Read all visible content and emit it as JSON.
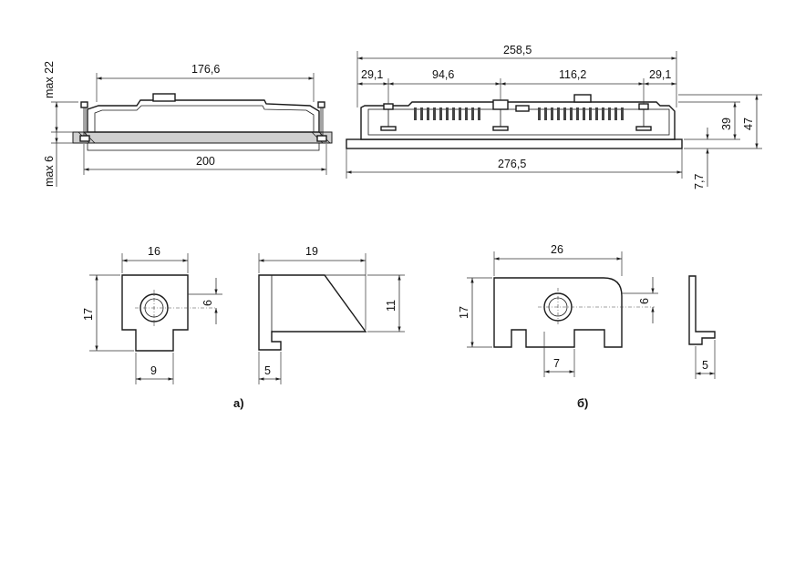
{
  "top_left_view": {
    "dim_width_top": "176,6",
    "dim_width_bottom": "200",
    "dim_max_22": "max 22",
    "dim_max_6": "max 6"
  },
  "top_right_view": {
    "dim_overall_top": "258,5",
    "dim_seg_1": "29,1",
    "dim_seg_2": "94,6",
    "dim_seg_3": "116,2",
    "dim_seg_4": "29,1",
    "dim_overall_bottom": "276,5",
    "dim_height_39": "39",
    "dim_height_47": "47",
    "dim_base_7_7": "7,7"
  },
  "variant_a": {
    "caption": "а)",
    "front": {
      "dim_width": "16",
      "dim_height": "17",
      "dim_hole": "6",
      "dim_notch": "9"
    },
    "side": {
      "dim_width": "19",
      "dim_height": "11",
      "dim_foot": "5"
    }
  },
  "variant_b": {
    "caption": "б)",
    "front": {
      "dim_width": "26",
      "dim_height": "17",
      "dim_hole": "6",
      "dim_notch": "7"
    },
    "side": {
      "dim_foot": "5"
    }
  }
}
